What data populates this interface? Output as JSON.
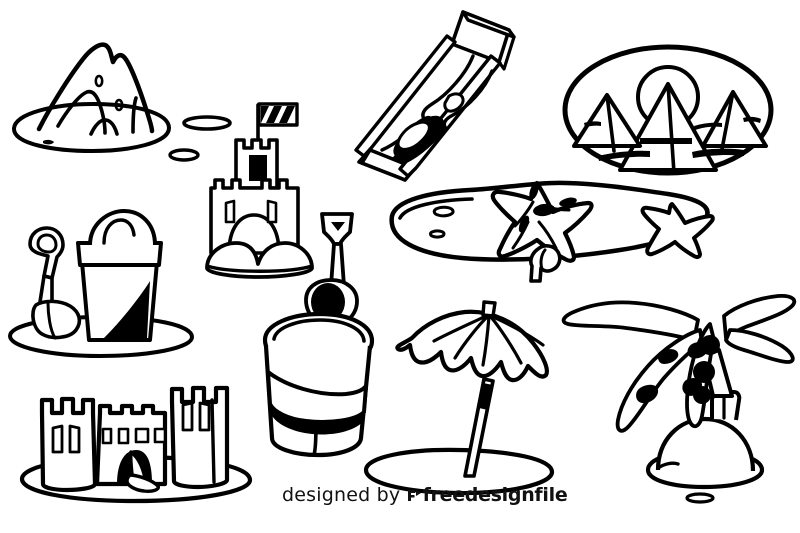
{
  "artwork": {
    "title": "Sand and beach elements black and white clipart set",
    "background_color": "#ffffff",
    "line_color": "#000000",
    "style": "black and white line art silhouette clipart",
    "item_count": 11,
    "items": [
      {
        "id": "sand-pile",
        "name": "Sand pile mound",
        "label": "sand pile on oval base with pebbles"
      },
      {
        "id": "sandcastle-flag",
        "name": "Sandcastle with flag",
        "label": "small sand castle tower with striped flag"
      },
      {
        "id": "hourglass",
        "name": "Hourglass sand timer",
        "label": "tilted hourglass filled with sand"
      },
      {
        "id": "pyramids-oval",
        "name": "Desert pyramids badge",
        "label": "oval emblem with three pyramids and sun"
      },
      {
        "id": "bucket-shovel",
        "name": "Sand bucket and shovel",
        "label": "pail with sand mound next to a shovel"
      },
      {
        "id": "starfish-sand",
        "name": "Starfish on sand patch",
        "label": "two starfish and a shell on a sand patch"
      },
      {
        "id": "bucket-spade",
        "name": "Bucket with spade inside",
        "label": "sand pail with a spade standing in it"
      },
      {
        "id": "beach-umbrella",
        "name": "Beach umbrella",
        "label": "parasol with pole planted in the sand"
      },
      {
        "id": "palm-tree",
        "name": "Palm tree on sand island",
        "label": "palm tree with coconuts on a sand mound"
      },
      {
        "id": "big-sandcastle",
        "name": "Large sandcastle",
        "label": "two tower sand castle with arched gate"
      },
      {
        "id": "pebbles",
        "name": "Scattered pebbles",
        "label": "small oval pebbles and stones"
      }
    ]
  },
  "watermark": {
    "prefix": "designed by ",
    "brand": "freedesignfile",
    "logo_icon": "freedesignfile-logo-icon",
    "color": "#111111"
  }
}
